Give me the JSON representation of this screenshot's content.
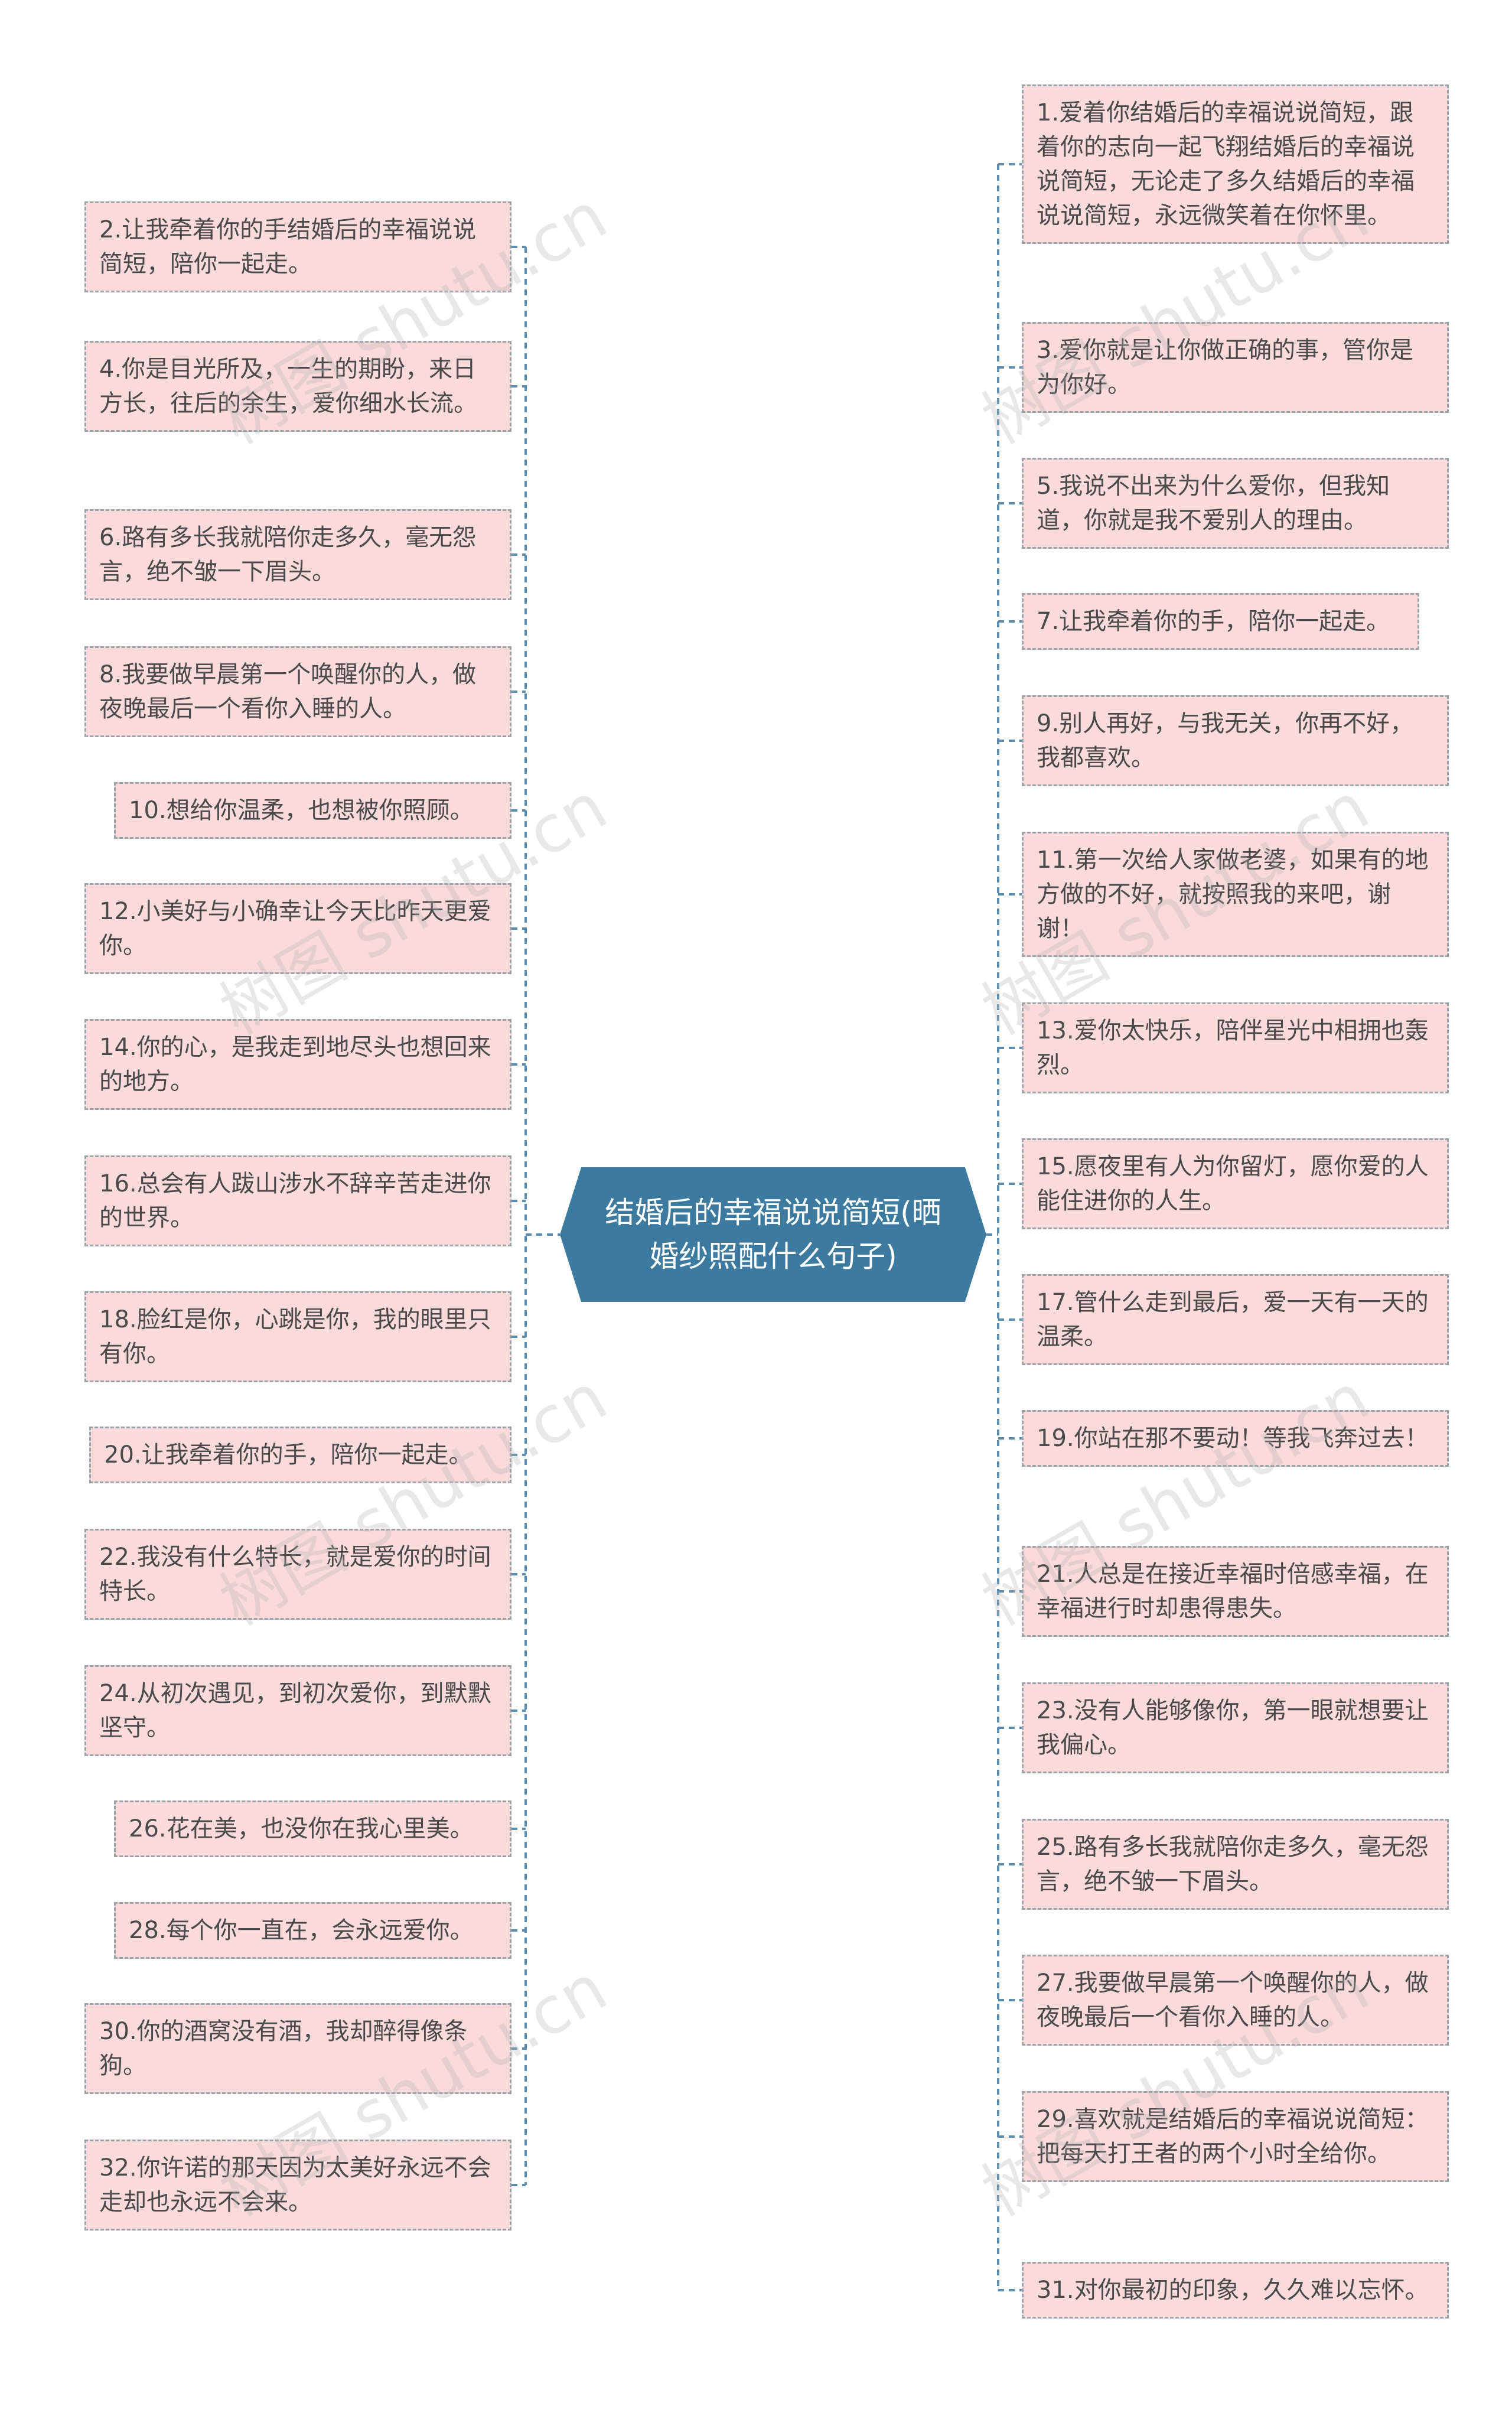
{
  "center": {
    "title": "结婚后的幸福说说简短(晒婚纱照配什么句子)"
  },
  "left": [
    {
      "text": "2.让我牵着你的手结婚后的幸福说说简短，陪你一起走。"
    },
    {
      "text": "4.你是目光所及，一生的期盼，来日方长，往后的余生，爱你细水长流。"
    },
    {
      "text": "6.路有多长我就陪你走多久，毫无怨言，绝不皱一下眉头。"
    },
    {
      "text": "8.我要做早晨第一个唤醒你的人，做夜晚最后一个看你入睡的人。"
    },
    {
      "text": "10.想给你温柔，也想被你照顾。"
    },
    {
      "text": "12.小美好与小确幸让今天比昨天更爱你。"
    },
    {
      "text": "14.你的心，是我走到地尽头也想回来的地方。"
    },
    {
      "text": "16.总会有人跋山涉水不辞辛苦走进你的世界。"
    },
    {
      "text": "18.脸红是你，心跳是你，我的眼里只有你。"
    },
    {
      "text": "20.让我牵着你的手，陪你一起走。"
    },
    {
      "text": "22.我没有什么特长，就是爱你的时间特长。"
    },
    {
      "text": "24.从初次遇见，到初次爱你，到默默坚守。"
    },
    {
      "text": "26.花在美，也没你在我心里美。"
    },
    {
      "text": "28.每个你一直在，会永远爱你。"
    },
    {
      "text": "30.你的酒窝没有酒，我却醉得像条狗。"
    },
    {
      "text": "32.你许诺的那天因为太美好永远不会走却也永远不会来。"
    }
  ],
  "right": [
    {
      "text": "1.爱着你结婚后的幸福说说简短，跟着你的志向一起飞翔结婚后的幸福说说简短，无论走了多久结婚后的幸福说说简短，永远微笑着在你怀里。"
    },
    {
      "text": "3.爱你就是让你做正确的事，管你是为你好。"
    },
    {
      "text": "5.我说不出来为什么爱你，但我知道，你就是我不爱别人的理由。"
    },
    {
      "text": "7.让我牵着你的手，陪你一起走。"
    },
    {
      "text": "9.别人再好，与我无关，你再不好，我都喜欢。"
    },
    {
      "text": "11.第一次给人家做老婆，如果有的地方做的不好，就按照我的来吧，谢谢！"
    },
    {
      "text": "13.爱你太快乐，陪伴星光中相拥也轰烈。"
    },
    {
      "text": "15.愿夜里有人为你留灯，愿你爱的人能住进你的人生。"
    },
    {
      "text": "17.管什么走到最后，爱一天有一天的温柔。"
    },
    {
      "text": "19.你站在那不要动！等我飞奔过去！"
    },
    {
      "text": "21.人总是在接近幸福时倍感幸福，在幸福进行时却患得患失。"
    },
    {
      "text": "23.没有人能够像你，第一眼就想要让我偏心。"
    },
    {
      "text": "25.路有多长我就陪你走多久，毫无怨言，绝不皱一下眉头。"
    },
    {
      "text": "27.我要做早晨第一个唤醒你的人，做夜晚最后一个看你入睡的人。"
    },
    {
      "text": "29.喜欢就是结婚后的幸福说说简短：把每天打王者的两个小时全给你。"
    },
    {
      "text": "31.对你最初的印象，久久难以忘怀。"
    }
  ],
  "watermark": "树图 shutu.cn",
  "colors": {
    "center_bg": "#3d7aa0",
    "node_bg": "#fadadb",
    "connector": "#5b8db0"
  }
}
